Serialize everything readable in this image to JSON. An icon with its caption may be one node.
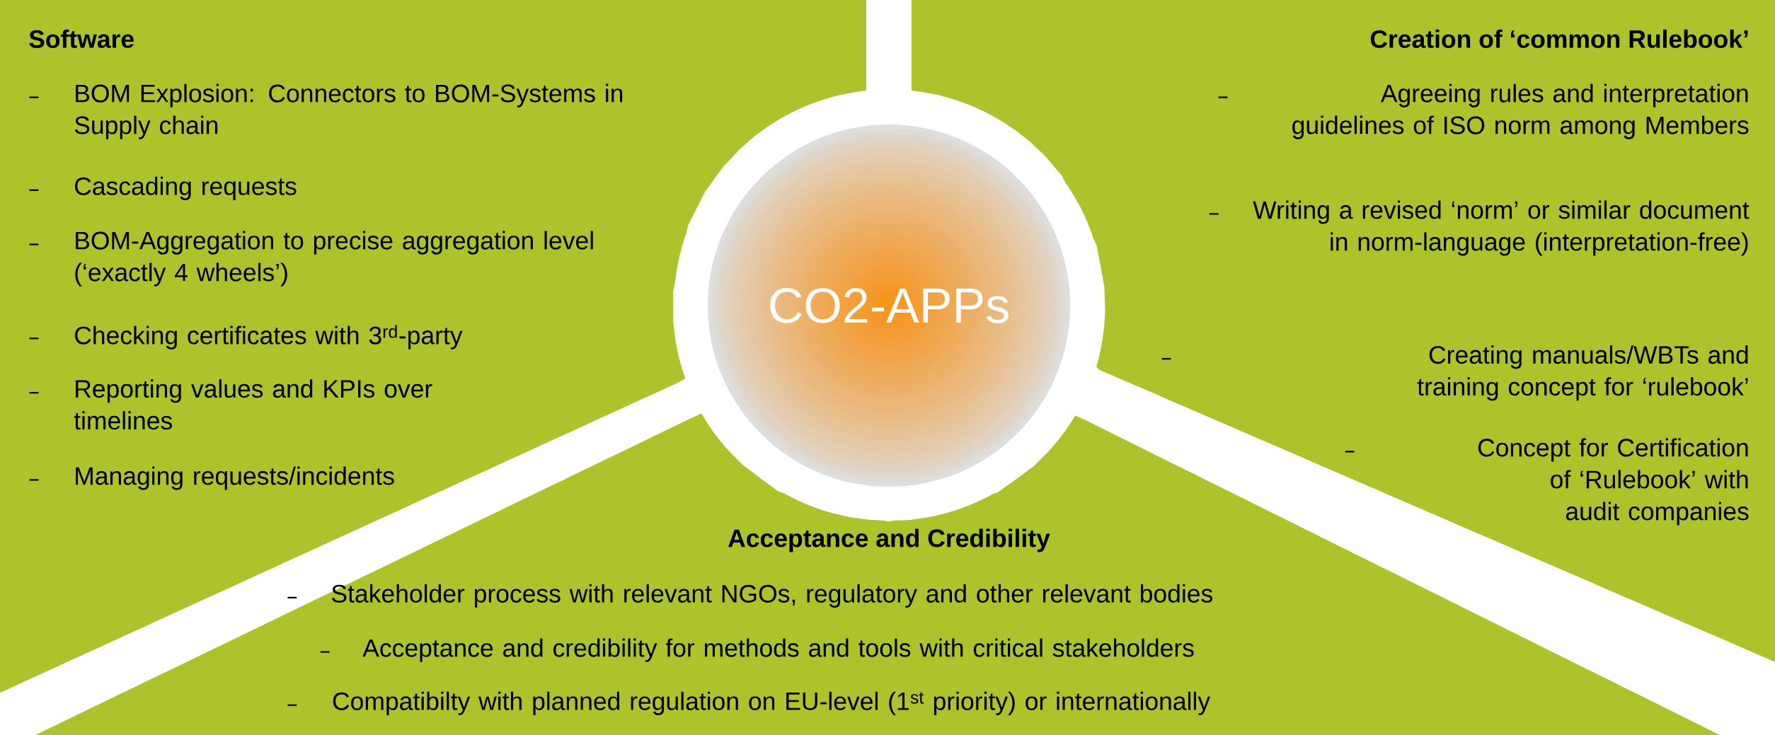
{
  "diagram": {
    "nodes": [
      {
        "text": [
          "Software",
          "BOM Explosion: Connectors to BOM-Systems in Supply chain",
          "Cascading requests",
          "BOM-Aggregation to precise aggregation level (‘exactly 4 wheels’)",
          "Checking certificates with 3$^{rd}$-party",
          "Reporting values and KPIs over timelines",
          "Managing requests/incidents"
        ]
      },
      {
        "text": [
          "CO2-APPs"
        ]
      },
      {
        "text": [
          "Creation of ‘common Rulebook’",
          "Agreeing rules and interpretation guidelines of ISO norm among Members",
          "Writing a revised ‘norm’ or similar document in norm-language (interpretation-free)",
          "Creating manuals/WBTs and training concept for ‘rulebook’",
          "Concept for Certification of ‘Rulebook’ with audit companies"
        ]
      },
      {
        "text": [
          "Acceptance and Credibility",
          "Stakeholder process with relevant NGOs, regulatory and other relevant bodies",
          "Acceptance and credibility for methods and tools with critical stakeholders",
          "Compatibilty with planned regulation on EU-level (1$^{st}$ priority) or internationally"
        ]
      }
    ]
  }
}
